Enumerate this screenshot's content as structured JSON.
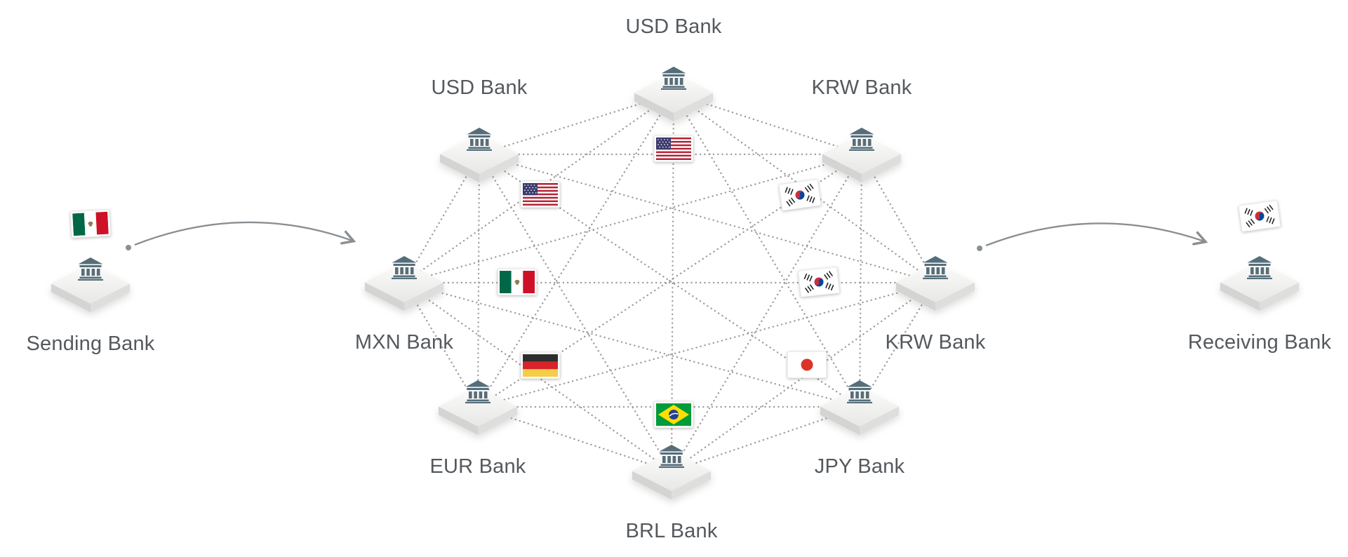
{
  "diagram": {
    "nodes": {
      "sending": {
        "label": "Sending Bank",
        "flag": "mexico"
      },
      "usd_top": {
        "label": "USD Bank",
        "flag": "usa"
      },
      "usd_left": {
        "label": "USD Bank",
        "flag": "usa"
      },
      "krw_top": {
        "label": "KRW Bank",
        "flag": "south-korea"
      },
      "mxn": {
        "label": "MXN Bank",
        "flag": "mexico"
      },
      "krw_right": {
        "label": "KRW Bank",
        "flag": "south-korea"
      },
      "eur": {
        "label": "EUR Bank",
        "flag": "germany"
      },
      "jpy": {
        "label": "JPY Bank",
        "flag": "japan"
      },
      "brl": {
        "label": "BRL Bank",
        "flag": "brazil"
      },
      "receiving": {
        "label": "Receiving Bank",
        "flag": "south-korea"
      }
    },
    "network_topology": "full-mesh",
    "edge_flags": [
      "usa",
      "usa",
      "south-korea",
      "mexico",
      "south-korea",
      "germany",
      "japan",
      "brazil"
    ],
    "colors": {
      "background": "#ffffff",
      "label_text": "#55595d",
      "mesh_line": "#9d9d9d",
      "arrow": "#8a8f93",
      "bank_icon": "#566e7a",
      "platform_top": "#f4f4f3",
      "platform_side": "#d7d7d5"
    }
  }
}
